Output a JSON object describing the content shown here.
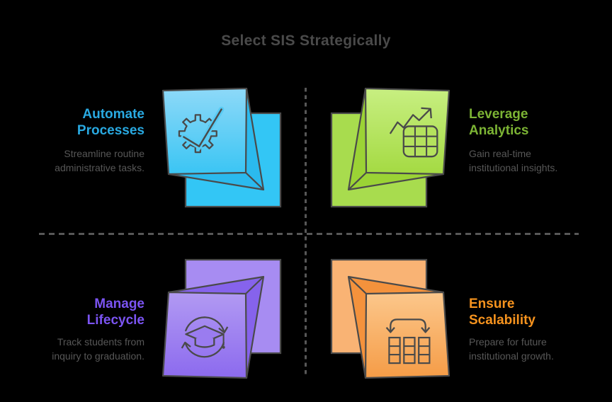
{
  "title": "Select SIS Strategically",
  "quadrants": {
    "automate": {
      "heading1": "Automate",
      "heading2": "Processes",
      "desc1": "Streamline routine",
      "desc2": "administrative tasks.",
      "accent": "#29a9e1",
      "icon": "gear-check-icon",
      "box_colors": {
        "front_top": "#8ed9f8",
        "front_bottom": "#2ec2f3",
        "side": "#2bbaee",
        "back": "#33c6f5"
      }
    },
    "analytics": {
      "heading1": "Leverage",
      "heading2": "Analytics",
      "desc1": "Gain real-time",
      "desc2": "institutional insights.",
      "accent": "#7cb434",
      "icon": "chart-table-icon",
      "box_colors": {
        "front_top": "#c8ef82",
        "front_bottom": "#9fd739",
        "side": "#9bd335",
        "back": "#a8dc4e"
      }
    },
    "lifecycle": {
      "heading1": "Manage",
      "heading2": "Lifecycle",
      "desc1": "Track students from",
      "desc2": "inquiry to graduation.",
      "accent": "#7b54f2",
      "icon": "graduation-cycle-icon",
      "box_colors": {
        "front_top": "#b49df3",
        "front_bottom": "#8b69ee",
        "side": "#8663ec",
        "back": "#a78cf2"
      }
    },
    "scalability": {
      "heading1": "Ensure",
      "heading2": "Scalability",
      "desc1": "Prepare for future",
      "desc2": "institutional growth.",
      "accent": "#f6931e",
      "icon": "columns-arrows-icon",
      "box_colors": {
        "front_top": "#fcca90",
        "front_bottom": "#f59b45",
        "side": "#f4923c",
        "back": "#f9b374"
      }
    }
  },
  "colors": {
    "background": "#000000",
    "title_text": "#4a4a4a",
    "body_text": "#575757",
    "divider": "#575757",
    "outline": "#4a4a4a"
  }
}
